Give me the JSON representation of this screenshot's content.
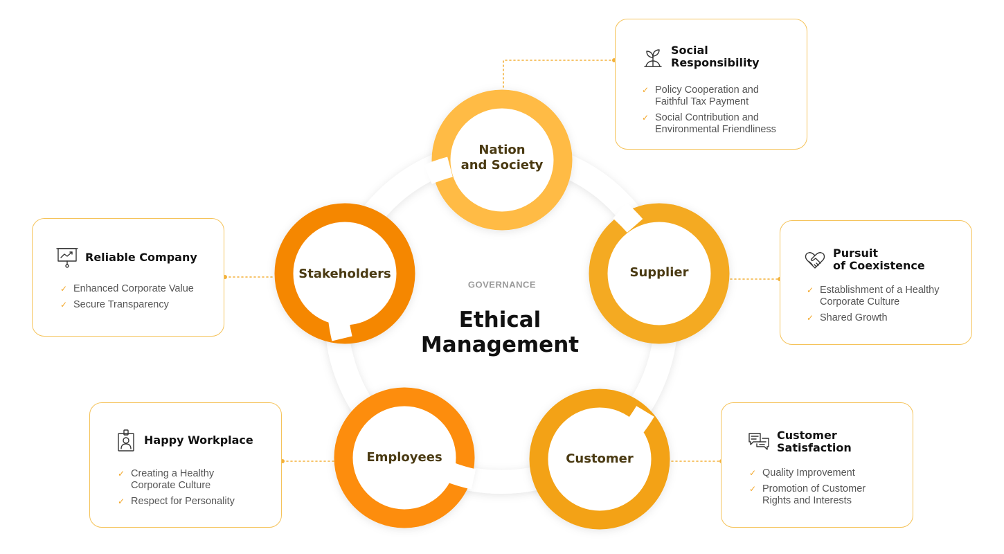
{
  "center": {
    "subtitle": "GOVERNANCE",
    "title": "Ethical\nManagement"
  },
  "nodes": {
    "nation": "Nation\nand Society",
    "supplier": "Supplier",
    "customer": "Customer",
    "employees": "Employees",
    "stakeholders": "Stakeholders"
  },
  "cards": {
    "social": {
      "title": "Social\nResponsibility",
      "icon": "sprout-icon",
      "items": [
        "Policy Cooperation and\nFaithful Tax Payment",
        "Social Contribution and\nEnvironmental Friendliness"
      ]
    },
    "coexistence": {
      "title": "Pursuit\nof Coexistence",
      "icon": "handshake-icon",
      "items": [
        "Establishment of a Healthy\nCorporate Culture",
        "Shared Growth"
      ]
    },
    "satisfaction": {
      "title": "Customer\nSatisfaction",
      "icon": "chat-bubbles-icon",
      "items": [
        "Quality Improvement",
        "Promotion of Customer\nRights and Interests"
      ]
    },
    "workplace": {
      "title": "Happy Workplace",
      "icon": "id-badge-icon",
      "items": [
        "Creating a Healthy\nCorporate Culture",
        "Respect for Personality"
      ]
    },
    "reliable": {
      "title": "Reliable Company",
      "icon": "presentation-chart-icon",
      "items": [
        "Enhanced Corporate Value",
        "Secure Transparency"
      ]
    }
  },
  "colors": {
    "nation": "#ffbb44",
    "supplier": "#f4aa22",
    "customer": "#f3a213",
    "employees": "#fd8d08",
    "stakeholders": "#f58706",
    "card_border": "#f5c35a",
    "check": "#f3a524",
    "connector": "#f3b13a"
  }
}
